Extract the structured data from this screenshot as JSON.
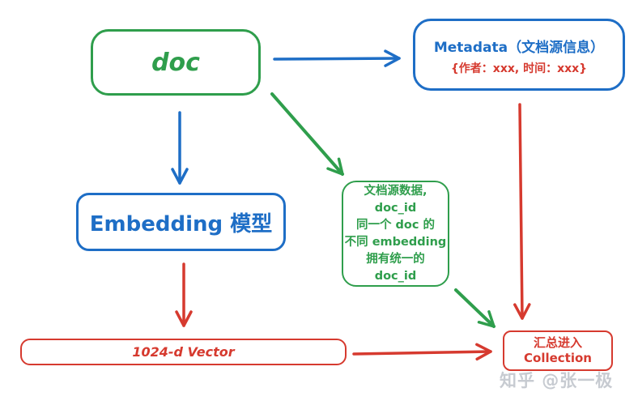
{
  "colors": {
    "green": "#2f9e4c",
    "blue": "#1e6ec6",
    "red": "#d63a2f",
    "watermark": "#c7cbd1"
  },
  "nodes": {
    "doc": {
      "label": "doc"
    },
    "metadata": {
      "title": "Metadata（文档源信息）",
      "detail": "{作者：xxx, 时间：xxx}"
    },
    "embedding": {
      "label": "Embedding 模型"
    },
    "doc_id_note": {
      "lines": [
        "文档源数据,",
        "doc_id",
        "同一个 doc 的",
        "不同 embedding",
        "拥有统一的",
        "doc_id"
      ]
    },
    "vector": {
      "label": "1024-d Vector"
    },
    "collection": {
      "line1": "汇总进入",
      "line2": "Collection"
    }
  },
  "connections": [
    {
      "from": "doc",
      "to": "metadata",
      "color": "#1e6ec6"
    },
    {
      "from": "doc",
      "to": "embedding",
      "color": "#1e6ec6"
    },
    {
      "from": "doc",
      "to": "doc_id_note",
      "color": "#2f9e4c"
    },
    {
      "from": "embedding",
      "to": "vector",
      "color": "#d63a2f"
    },
    {
      "from": "metadata",
      "to": "collection",
      "color": "#d63a2f"
    },
    {
      "from": "doc_id_note",
      "to": "collection",
      "color": "#2f9e4c"
    },
    {
      "from": "vector",
      "to": "collection",
      "color": "#d63a2f"
    }
  ],
  "watermark": {
    "text": "知乎 @张一极"
  }
}
